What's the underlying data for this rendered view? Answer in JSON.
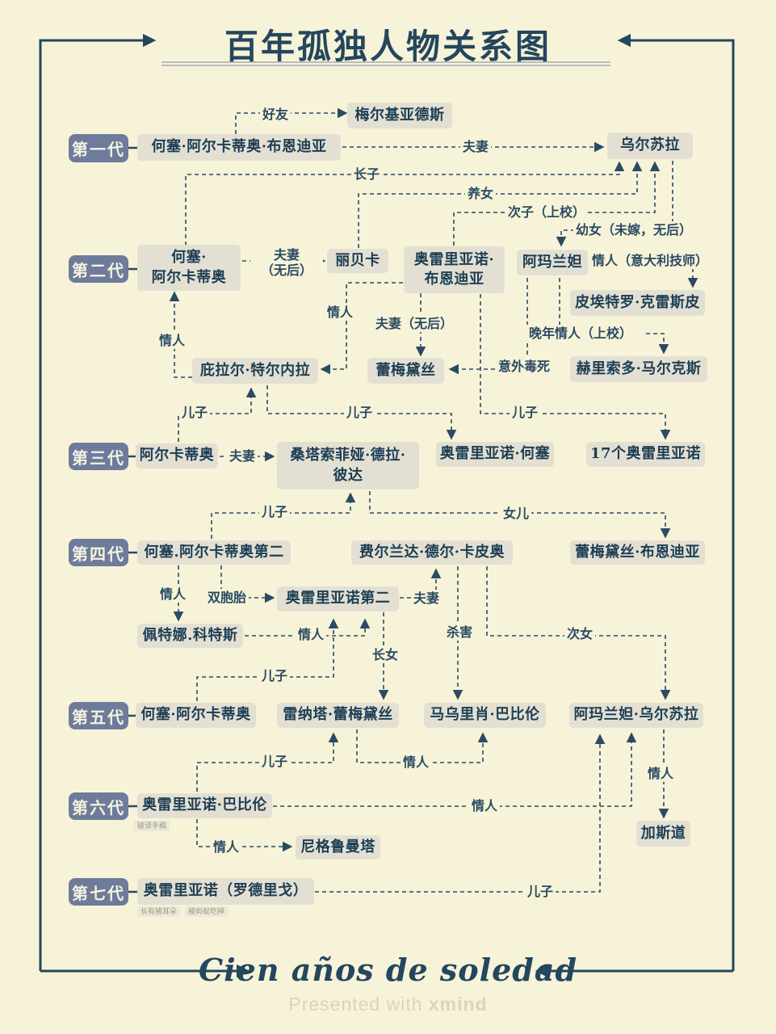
{
  "title": "百年孤独人物关系图",
  "footer": {
    "title": "Cien años de soledad",
    "credit_prefix": "Presented with ",
    "credit_brand": "xmind"
  },
  "colors": {
    "background": "#f7f3d8",
    "ink": "#24465e",
    "line": "#2a4b63",
    "box_fill": "#e3e0d3",
    "box_text": "#1d3e54",
    "badge_fill": "#6e7b9b",
    "badge_text": "#f5f2e0",
    "rule": "#a6a9b4",
    "credit": "#d8d4c0",
    "tag_text": "#a19a84",
    "tag_fill": "#ebe8da"
  },
  "generations": [
    {
      "label": "第一代"
    },
    {
      "label": "第二代"
    },
    {
      "label": "第三代"
    },
    {
      "label": "第四代"
    },
    {
      "label": "第五代"
    },
    {
      "label": "第六代"
    },
    {
      "label": "第七代"
    }
  ],
  "nodes": {
    "melquiades": "梅尔基亚德斯",
    "jose_arcadio_buendia": "何塞·阿尔卡蒂奥·布恩迪亚",
    "ursula": "乌尔苏拉",
    "jose_arcadio": "何塞·\n阿尔卡蒂奥",
    "rebeca": "丽贝卡",
    "aureliano_buendia": "奥雷里亚诺·\n布恩迪亚",
    "amaranta": "阿玛兰妲",
    "pietro_crespi": "皮埃特罗·克雷斯皮",
    "pilar_ternera": "庇拉尔·特尔内拉",
    "remedios": "蕾梅黛丝",
    "herisodo_marquez": "赫里索多·马尔克斯",
    "arcadio": "阿尔卡蒂奥",
    "santa_sofia": "桑塔索菲娅·德拉·\n彼达",
    "aureliano_jose": "奥雷里亚诺·何塞",
    "seventeen_aurelianos": "17个奥雷里亚诺",
    "jose_arcadio_ii": "何塞.阿尔卡蒂奥第二",
    "fernanda": "费尔兰达·德尔·卡皮奥",
    "remedios_buendia": "蕾梅黛丝·布恩迪亚",
    "aureliano_ii": "奥雷里亚诺第二",
    "petra_cotes": "佩特娜.科特斯",
    "jose_arcadio_v": "何塞·阿尔卡蒂奥",
    "renata_remedios": "雷纳塔·蕾梅黛丝",
    "mauricio_babilonia": "马乌里肖·巴比伦",
    "amaranta_ursula": "阿玛兰妲·乌尔苏拉",
    "aureliano_babilonia": "奥雷里亚诺·巴比伦",
    "nigromanta": "尼格鲁曼塔",
    "gaston": "加斯道",
    "aureliano_rodrigo": "奥雷里亚诺（罗德里戈）"
  },
  "relations": {
    "friend": "好友",
    "spouse": "夫妻",
    "eldest_son": "长子",
    "adopted_daughter": "养女",
    "second_son_colonel": "次子（上校）",
    "youngest_daughter": "幼女（未嫁，无后）",
    "spouse_childless_stacked": "夫妻\n（无后）",
    "spouse_childless": "夫妻（无后）",
    "lover": "情人",
    "lover_italian": "情人（意大利技师）",
    "late_lover_colonel": "晚年情人（上校）",
    "accidental_poison": "意外毒死",
    "son": "儿子",
    "daughter": "女儿",
    "twins": "双胞胎",
    "murder": "杀害",
    "second_daughter": "次女",
    "eldest_daughter": "长女"
  },
  "tags": {
    "deciphered_manuscript": "破译手稿",
    "pig_ears": "长有猪耳朵",
    "eaten_by_ants": "被蚂蚁吃掉"
  }
}
